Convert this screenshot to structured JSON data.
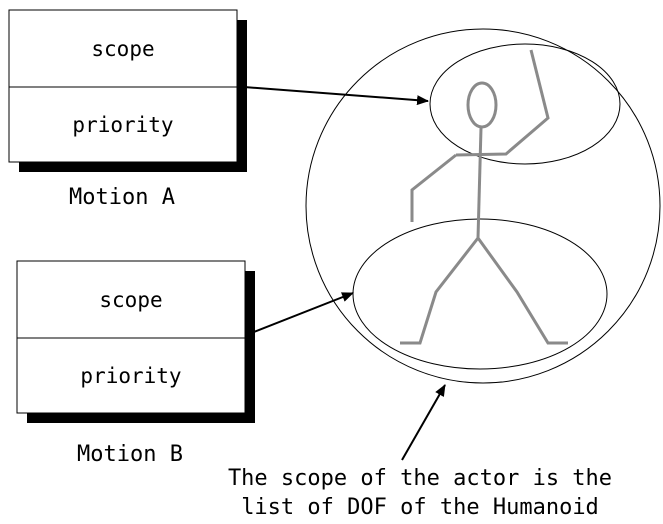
{
  "motion_a": {
    "scope_label": "scope",
    "priority_label": "priority",
    "caption": "Motion A"
  },
  "motion_b": {
    "scope_label": "scope",
    "priority_label": "priority",
    "caption": "Motion B"
  },
  "annotation": {
    "line1": "The scope of the actor is the",
    "line2": "list of DOF of the Humanoid"
  },
  "colors": {
    "outline": "#000000",
    "figure": "#8a8a8a",
    "shadow": "#000000"
  }
}
